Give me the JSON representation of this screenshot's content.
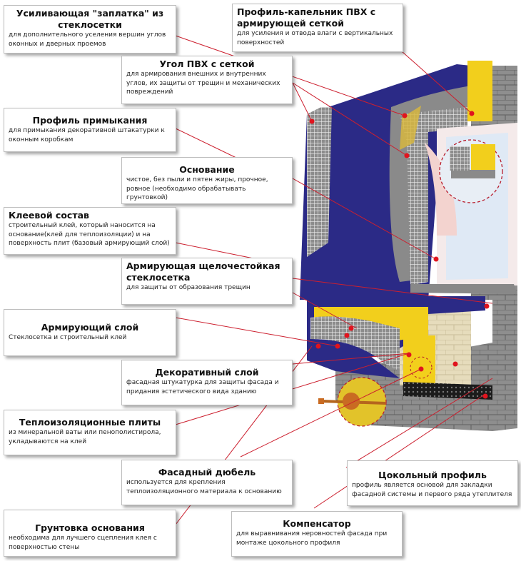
{
  "diagram": {
    "subject": "Фасадная система утепления (мокрый фасад)",
    "accent_color": "#cc1f2e",
    "colors": {
      "insulation": "#f2cf1c",
      "base_layer": "#2b2a86",
      "mesh": "#d0d0d0",
      "brick": "#8b8b8b",
      "plaster": "#e3d9b8"
    }
  },
  "labels": [
    {
      "id": "patch",
      "title": "Усиливающая \"заплатка\" из стеклосетки",
      "desc": "для дополнительного уселения вершин углов оконных и дверных проемов"
    },
    {
      "id": "drip",
      "title": "Профиль-капельник ПВХ с армирующей сеткой",
      "desc": "для усиления и отвода влаги с вертикальных поверхностей"
    },
    {
      "id": "corner",
      "title": "Угол ПВХ с сеткой",
      "desc": "для армирования внешних и внутренних углов, их защиты от трещин и механических повреждений"
    },
    {
      "id": "abutment",
      "title": "Профиль примыкания",
      "desc": "для примыкания декоративной штакатурки к оконным коробкам"
    },
    {
      "id": "base",
      "title": "Основание",
      "desc": "чистое, без пыли и пятен жиры, прочное, ровное (необходимо обрабатывать грунтовкой)"
    },
    {
      "id": "adhesive",
      "title": "Клеевой состав",
      "desc": "строительный клей, который наносится на основание(клей для теплоизоляции) и на поверхность плит (базовый армирующий слой)"
    },
    {
      "id": "mesh",
      "title": "Армирующая щелочестойкая стеклосетка",
      "desc": "для защиты от образования трещин"
    },
    {
      "id": "reinforce",
      "title": "Армирующий слой",
      "desc": "Стеклосетка и строительный клей"
    },
    {
      "id": "decor",
      "title": "Декоративный слой",
      "desc": "фасадная штукатурка для защиты фасада и придания эстетического вида зданию"
    },
    {
      "id": "insulation",
      "title": "Теплоизоляционные плиты",
      "desc": "из минеральной ваты или пенополистирола, укладываются на клей"
    },
    {
      "id": "dowel",
      "title": "Фасадный дюбель",
      "desc": "используется для крепления теплоизоляционного материала к основанию"
    },
    {
      "id": "plinth",
      "title": "Цокольный профиль",
      "desc": "профиль является основой для закладки фасадной системы и первого ряда утеплителя"
    },
    {
      "id": "primer",
      "title": "Грунтовка основания",
      "desc": "необходима для лучшего сцепления клея с поверхностью стены"
    },
    {
      "id": "compensator",
      "title": "Компенсатор",
      "desc": "для выравнивания неровностей фасада при монтаже цокольного профиля"
    }
  ]
}
